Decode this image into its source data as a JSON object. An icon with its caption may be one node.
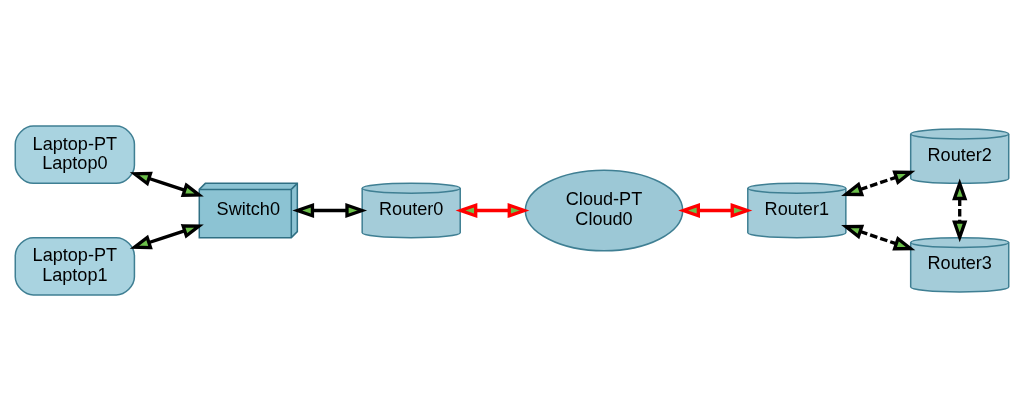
{
  "diagram": {
    "nodes": [
      {
        "text": [
          "Laptop-PT",
          "Laptop0"
        ]
      },
      {
        "text": [
          "Laptop-PT",
          "Laptop1"
        ]
      },
      {
        "text": [
          "Switch0"
        ]
      },
      {
        "text": [
          "Router0"
        ]
      },
      {
        "text": [
          "Cloud-PT",
          "Cloud0"
        ]
      },
      {
        "text": [
          "Router1"
        ]
      },
      {
        "text": [
          "Router2"
        ]
      },
      {
        "text": [
          "Router3"
        ]
      }
    ],
    "edges": [
      {
        "from": 0,
        "to": 2,
        "arrow": "both"
      },
      {
        "from": 1,
        "to": 2,
        "arrow": "both"
      },
      {
        "from": 2,
        "to": 3,
        "arrow": "both"
      },
      {
        "from": 3,
        "to": 4,
        "arrow": "both",
        "color": "#ff0000"
      },
      {
        "from": 4,
        "to": 5,
        "arrow": "both",
        "color": "#ff0000"
      },
      {
        "from": 5,
        "to": 6,
        "arrow": "both",
        "style": "dashed"
      },
      {
        "from": 5,
        "to": 7,
        "arrow": "both",
        "style": "dashed"
      },
      {
        "from": 6,
        "to": 7,
        "arrow": "both",
        "style": "dashed"
      }
    ]
  }
}
